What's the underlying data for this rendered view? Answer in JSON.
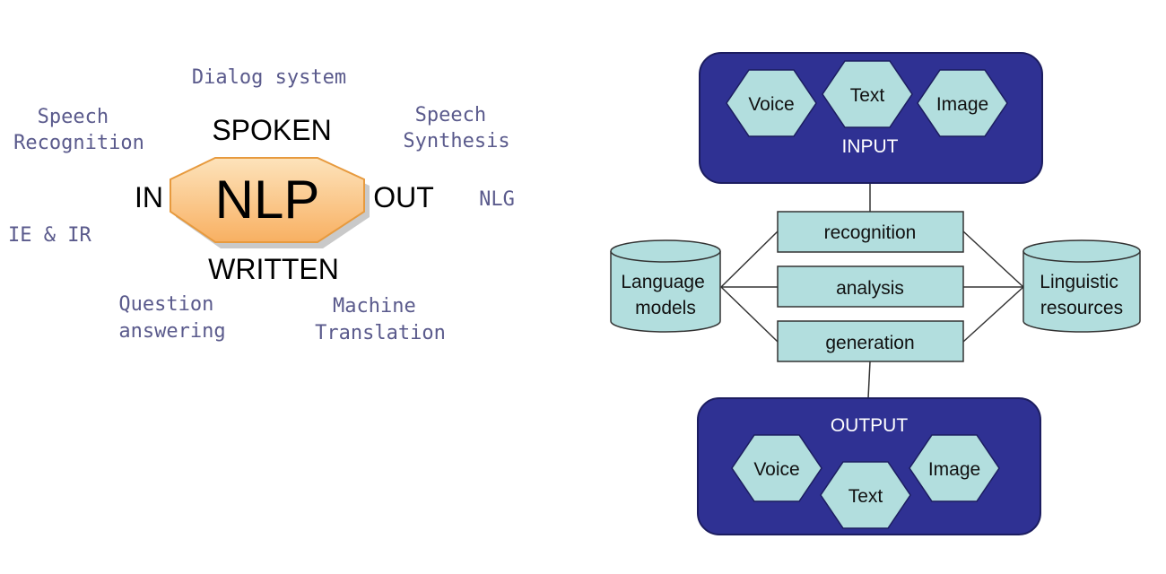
{
  "left": {
    "center_label": "NLP",
    "top_label": "SPOKEN",
    "bottom_label": "WRITTEN",
    "left_label": "IN",
    "right_label": "OUT",
    "apps": {
      "dialog": "Dialog system",
      "speech_recognition": [
        "Speech",
        "Recognition"
      ],
      "speech_synthesis": [
        "Speech",
        "Synthesis"
      ],
      "nlg": "NLG",
      "ie_ir": "IE & IR",
      "question_answering": [
        "Question",
        "answering"
      ],
      "machine_translation": [
        "Machine",
        "Translation"
      ]
    }
  },
  "right": {
    "input": {
      "label": "INPUT",
      "items": [
        "Voice",
        "Text",
        "Image"
      ]
    },
    "processes": [
      "recognition",
      "analysis",
      "generation"
    ],
    "language_models": [
      "Language",
      "models"
    ],
    "linguistic_resources": [
      "Linguistic",
      "resources"
    ],
    "output": {
      "label": "OUTPUT",
      "items": [
        "Voice",
        "Text",
        "Image"
      ]
    }
  },
  "colors": {
    "panel": "#2f3193",
    "hexagon": "#b2dede",
    "process_box": "#b2dede",
    "octagon_top": "#fde0b4",
    "octagon_bottom": "#f9b25f",
    "app_text": "#5a5a8c"
  }
}
